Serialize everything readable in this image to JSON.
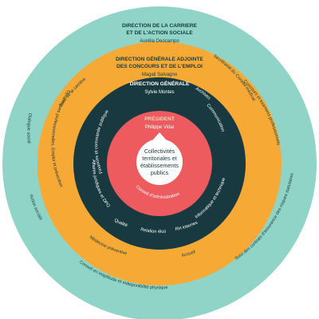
{
  "colors": {
    "outer_ring": "#8fd4c6",
    "middle_ring": "#f7a935",
    "inner_ring": "#17393f",
    "president_disc": "#ee5b5f",
    "center_disc": "#ffffff",
    "dark_text": "#17393f",
    "light_text": "#ffffff",
    "accent_text": "#ffd3b0"
  },
  "outer_ring": {
    "heading_line1": "DIRECTION DE LA CARRIERE",
    "heading_line2": "ET DE L'ACTION SOCIALE",
    "person": "Aurélia Deocampo",
    "items": {
      "suivi_carriere": "Suivi de la carrière",
      "secretariat_conseil_medical": "Secrétariat du Conseil médical",
      "dialogue_social": "Dialogue social",
      "concours_examens": "Concours et examens professionnels",
      "action_sociale": "Action sociale",
      "suivi_contrats": "Suivi des contrats d'assurance des risques statutaires",
      "conseil_inaptitude": "Conseil en inaptitude  et indisponibilité physique"
    }
  },
  "middle_ring": {
    "heading_line1": "DIRECTION GÉNÉRALE ADJOINTE",
    "heading_line2": "DES CONCOURS ET DE L'EMPLOI",
    "person": "Magali Salvagno",
    "items": {
      "dynamiques": "Dynamiques professionnelles, Emploi et prévention",
      "handicap": "Handicap",
      "medecine": "Médecine préventive",
      "accueil": "Accueil"
    }
  },
  "inner_ring": {
    "heading": "DIRECTION GÉNÉRALE",
    "person": "Sylvie Montes",
    "items": {
      "finances": "Finances et commande publique",
      "archives": "Archives",
      "communication": "Communication",
      "affaires_juridiques": "Affaires juridiques et DPO",
      "informatique": "Informatique et technique",
      "qualite": "Qualité",
      "relation_elus": "Relation élus",
      "rh_internes": "RH internes"
    }
  },
  "president": {
    "heading": "PRÉSIDENT",
    "person": "Philippe Vidal",
    "council": "Conseil d'administration"
  },
  "center": {
    "line1": "Collectivités",
    "line2": "territoriales et",
    "line3": "établissements",
    "line4": "publics"
  }
}
